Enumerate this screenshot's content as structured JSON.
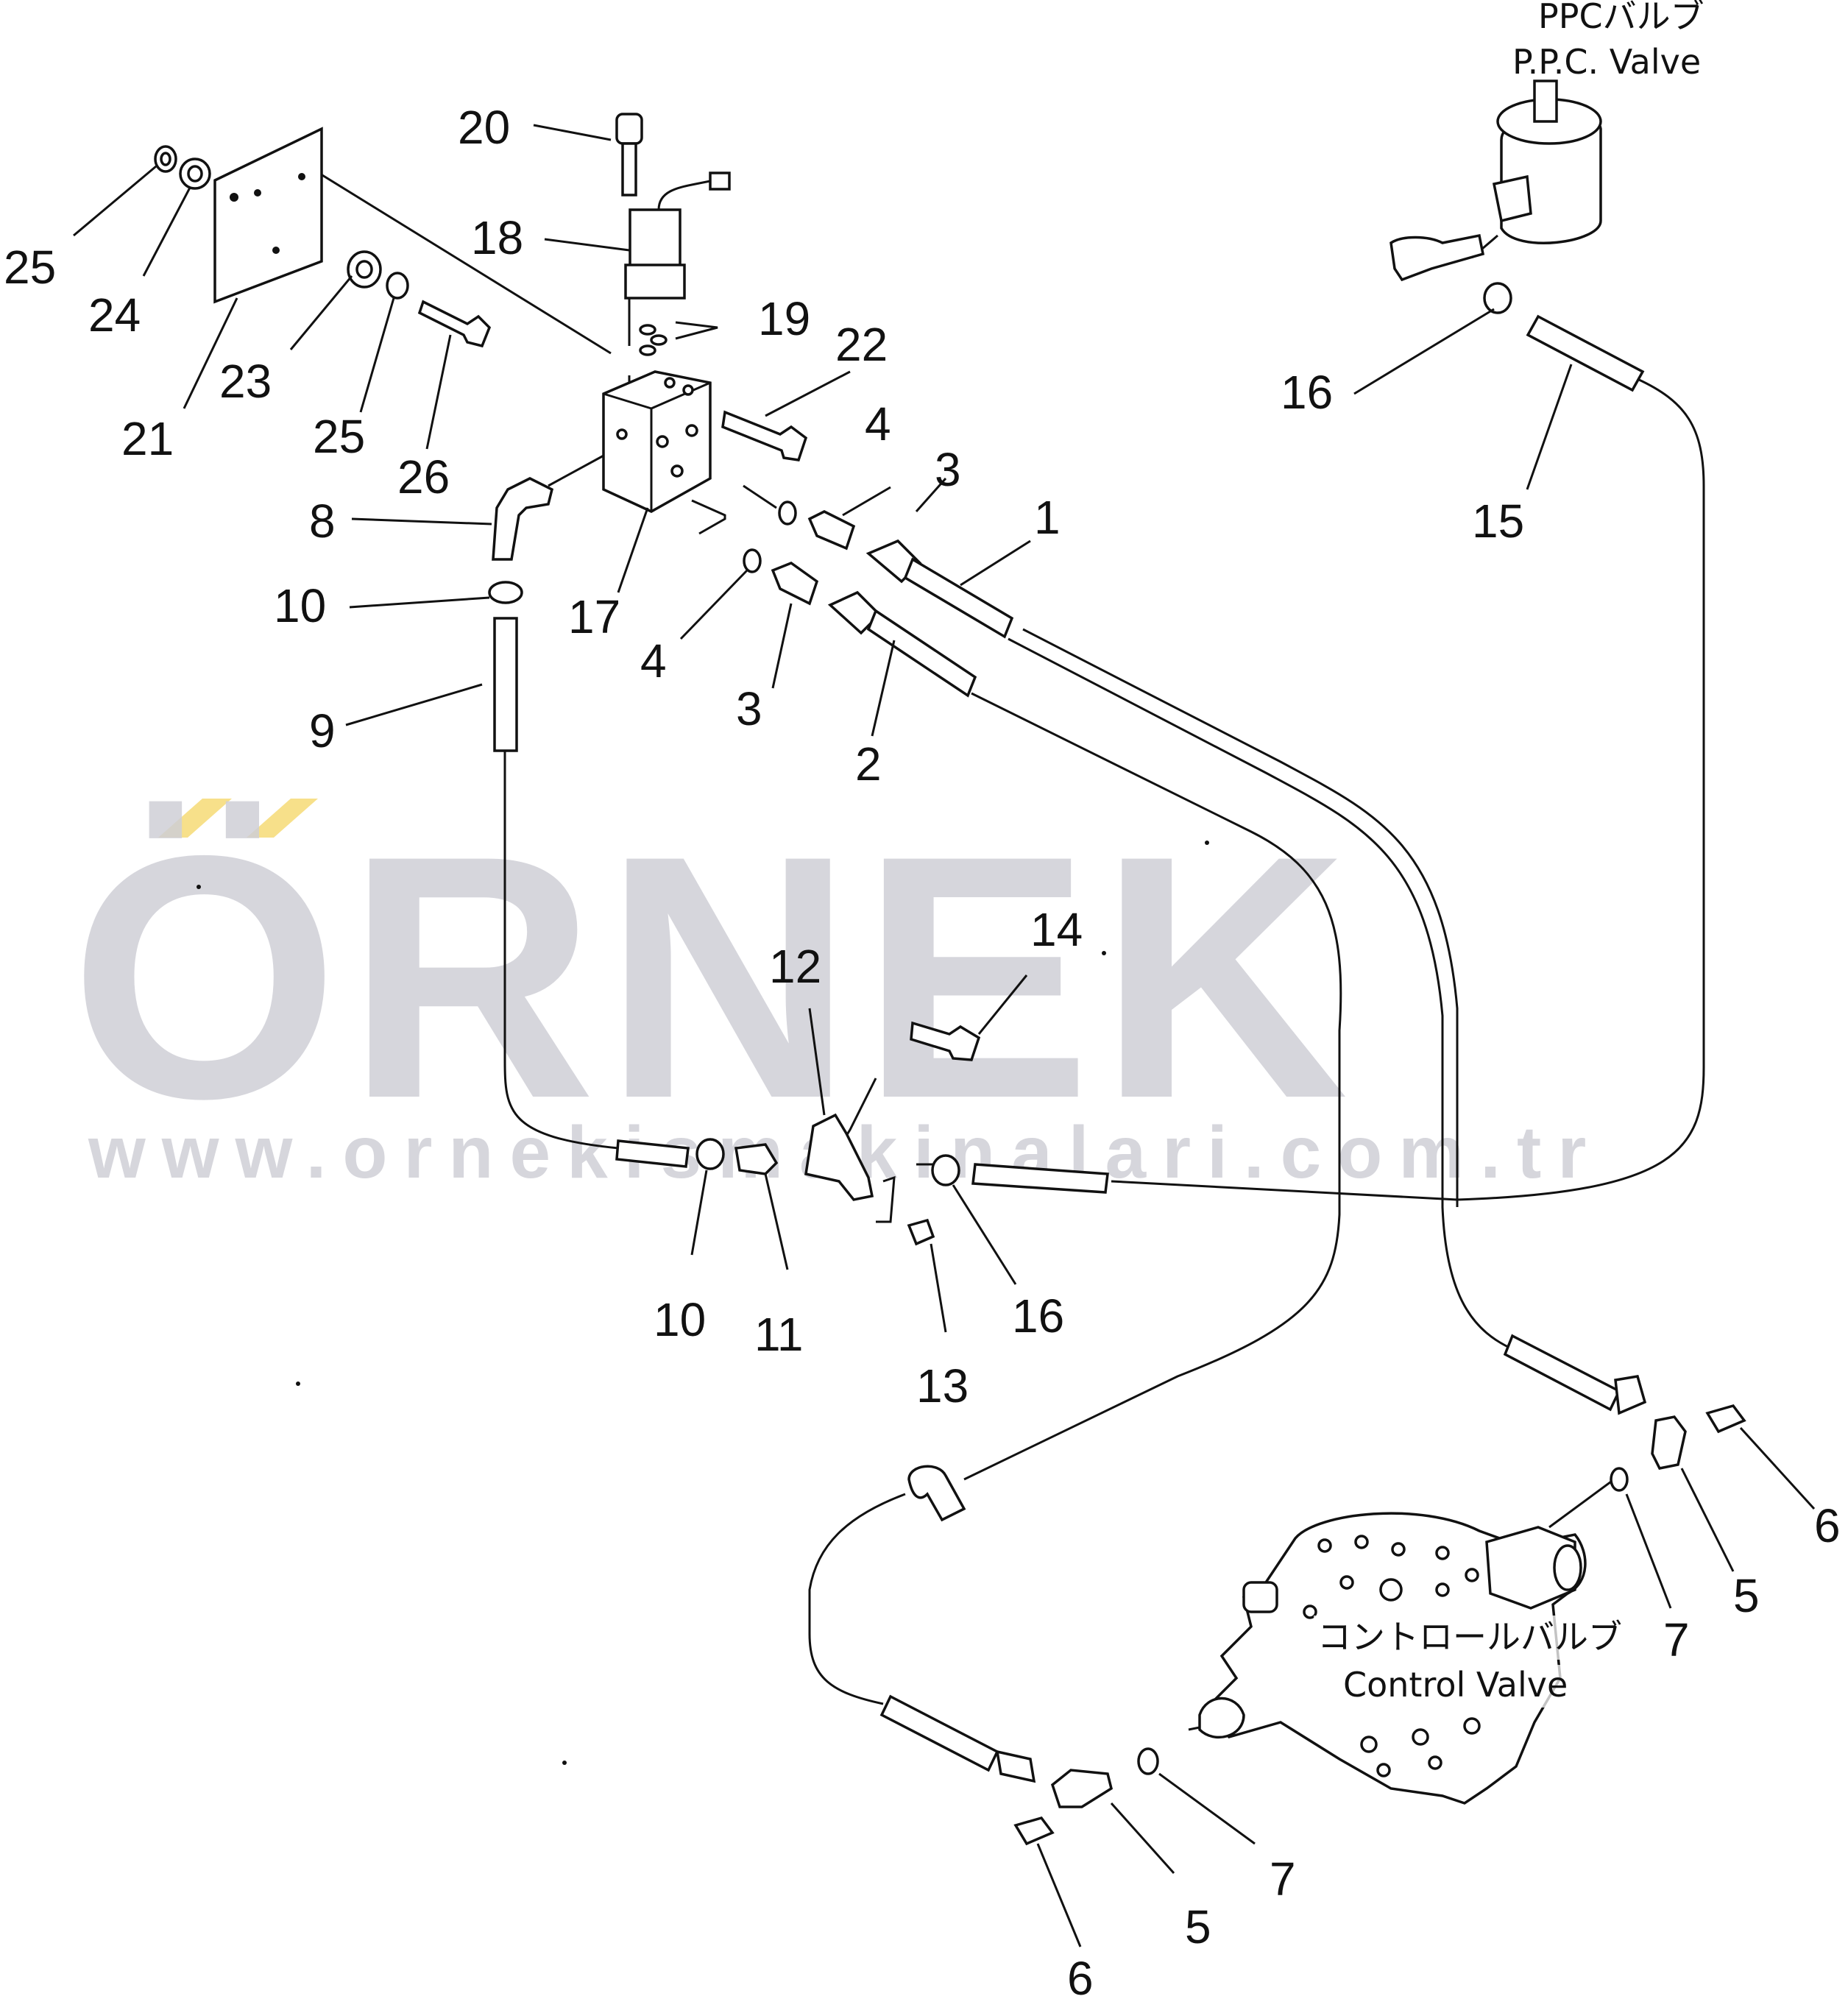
{
  "watermark": {
    "brand": "ÖRNEK",
    "url": "www.ornekismakinalari.com.tr",
    "accent_color": "#f7e08a",
    "text_color": "#cfcfd6"
  },
  "labels": {
    "ppc_valve_jp": "PPCバルブ",
    "ppc_valve_en": "P.P.C. Valve",
    "control_valve_jp": "コントロールバルブ",
    "control_valve_en": "Control Valve"
  },
  "callouts": {
    "c1": "1",
    "c2": "2",
    "c3a": "3",
    "c3b": "3",
    "c4a": "4",
    "c4b": "4",
    "c5a": "5",
    "c5b": "5",
    "c6a": "6",
    "c6b": "6",
    "c7a": "7",
    "c7b": "7",
    "c8": "8",
    "c9": "9",
    "c10a": "10",
    "c10b": "10",
    "c11": "11",
    "c12": "12",
    "c13": "13",
    "c14": "14",
    "c15": "15",
    "c16a": "16",
    "c16b": "16",
    "c17": "17",
    "c18": "18",
    "c19": "19",
    "c20": "20",
    "c21": "21",
    "c22": "22",
    "c23": "23",
    "c24": "24",
    "c25a": "25",
    "c25b": "25",
    "c26": "26"
  }
}
